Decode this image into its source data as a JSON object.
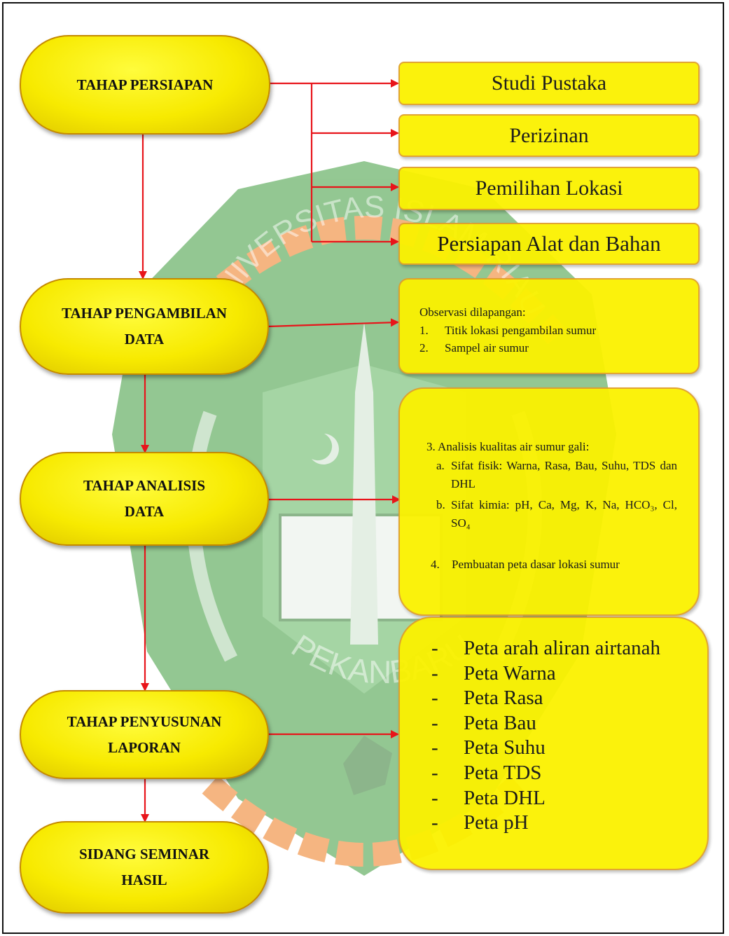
{
  "watermark": {
    "top_text": "UNIVERSITAS ISLAM RIAU",
    "bottom_text": "PEKANBARU"
  },
  "stages": [
    {
      "line1": "TAHAP PERSIAPAN",
      "line2": ""
    },
    {
      "line1": "TAHAP PENGAMBILAN",
      "line2": "DATA"
    },
    {
      "line1": "TAHAP ANALISIS",
      "line2": "DATA"
    },
    {
      "line1": "TAHAP PENYUSUNAN",
      "line2": "LAPORAN"
    },
    {
      "line1": "SIDANG SEMINAR",
      "line2": "HASIL"
    }
  ],
  "persiapan_items": [
    "Studi Pustaka",
    "Perizinan",
    "Pemilihan Lokasi",
    "Persiapan Alat dan Bahan"
  ],
  "pengambilan": {
    "heading": "Observasi dilapangan:",
    "items": [
      {
        "num": "1.",
        "text": "Titik lokasi pengambilan  sumur"
      },
      {
        "num": "2.",
        "text": "Sampel air sumur"
      }
    ]
  },
  "analisis": {
    "item3": "3.   Analisis kualitas air sumur gali:",
    "sub_a_marker": "a.",
    "sub_a_text": "Sifat fisik: Warna, Rasa, Bau, Suhu, TDS dan DHL",
    "sub_b_marker": "b.",
    "sub_b_text": "Sifat kimia: pH, Ca, Mg, K, Na, HCO₃, Cl, SO₄",
    "item4_num": "4.",
    "item4_text": "Pembuatan peta dasar lokasi sumur"
  },
  "laporan": {
    "dash": "-",
    "items": [
      "Peta arah aliran airtanah",
      "Peta Warna",
      "Peta Rasa",
      "Peta Bau",
      "Peta Suhu",
      "Peta TDS",
      "Peta DHL",
      "Peta pH"
    ]
  },
  "colors": {
    "pill_yellow": "#f7ea00",
    "box_yellow": "#fbf200",
    "arrow_red": "#e8141a",
    "watermark_green": "#3c9a3a",
    "watermark_orange": "#ee7a1c"
  }
}
